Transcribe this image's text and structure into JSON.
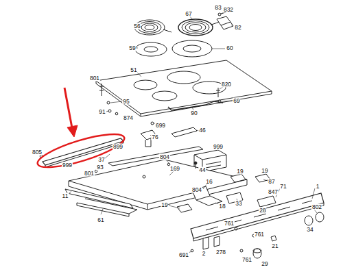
{
  "diagram": {
    "labels": [
      "832",
      "56",
      "67",
      "83",
      "82",
      "59",
      "60",
      "51",
      "801",
      "95",
      "91",
      "874",
      "820",
      "69",
      "90",
      "699",
      "76",
      "46",
      "805",
      "899",
      "999",
      "37",
      "999",
      "93",
      "801",
      "804",
      "169",
      "44",
      "19",
      "19",
      "16",
      "87",
      "804",
      "71",
      "11",
      "33",
      "847",
      "1",
      "19",
      "18",
      "28",
      "802",
      "61",
      "761",
      "34",
      "761",
      "21",
      "691",
      "2",
      "278",
      "761",
      "29"
    ]
  }
}
